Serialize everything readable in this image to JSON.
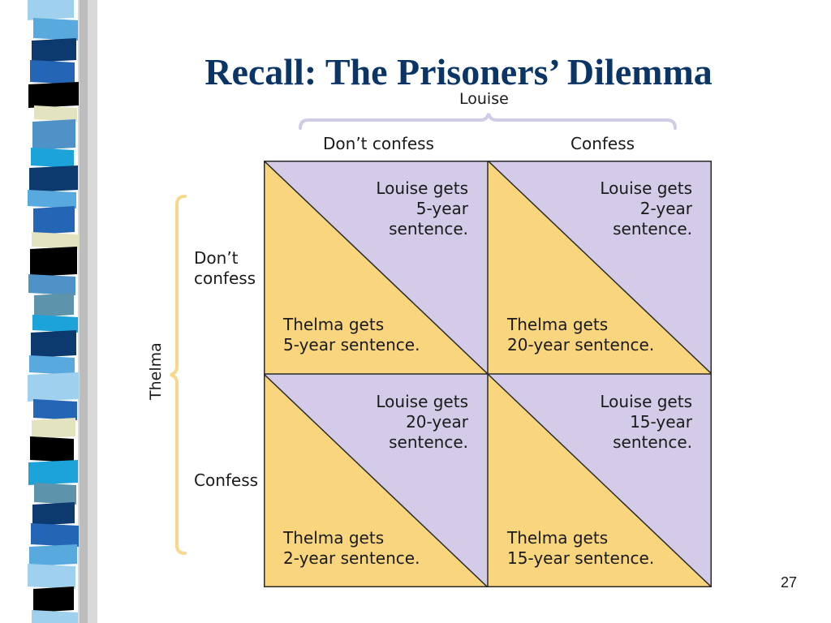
{
  "slide": {
    "title": "Recall: The Prisoners’ Dilemma",
    "page_number": "27"
  },
  "matrix": {
    "column_player": "Louise",
    "row_player": "Thelma",
    "column_strategies": [
      "Don’t confess",
      "Confess"
    ],
    "row_strategies": [
      "Don’t confess",
      "Confess"
    ],
    "cells": [
      {
        "row_strategy": "Don’t confess",
        "col_strategy": "Don’t confess",
        "column_player_text": [
          "Louise gets",
          "5-year",
          "sentence."
        ],
        "row_player_text": [
          "Thelma gets",
          "5-year sentence."
        ]
      },
      {
        "row_strategy": "Don’t confess",
        "col_strategy": "Confess",
        "column_player_text": [
          "Louise gets",
          "2-year",
          "sentence."
        ],
        "row_player_text": [
          "Thelma gets",
          "20-year sentence."
        ]
      },
      {
        "row_strategy": "Confess",
        "col_strategy": "Don’t confess",
        "column_player_text": [
          "Louise gets",
          "20-year",
          "sentence."
        ],
        "row_player_text": [
          "Thelma gets",
          "2-year sentence."
        ]
      },
      {
        "row_strategy": "Confess",
        "col_strategy": "Confess",
        "column_player_text": [
          "Louise gets",
          "15-year",
          "sentence."
        ],
        "row_player_text": [
          "Thelma gets",
          "15-year sentence."
        ]
      }
    ]
  },
  "colors": {
    "title": "#0b3566",
    "column_player_fill": "#d3cbe7",
    "row_player_fill": "#f9d57e",
    "bracket": "#d1cce6",
    "row_bracket": "#f6d98c",
    "grid": "#2a2a2a"
  }
}
